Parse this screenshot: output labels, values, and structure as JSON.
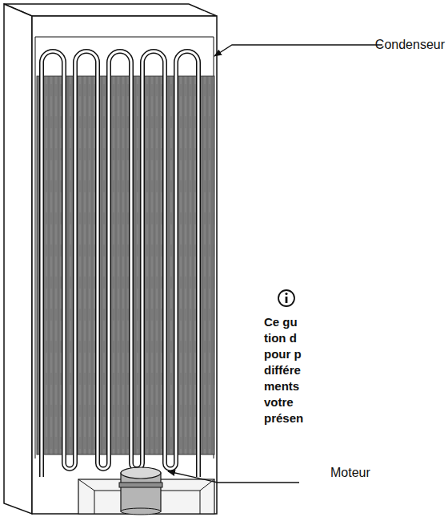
{
  "diagram": {
    "labels": [
      "Condenseur",
      "Moteur",
      "Ce gu",
      "tion d",
      "pour p",
      "différe",
      "ments",
      "votre",
      "présen"
    ]
  }
}
